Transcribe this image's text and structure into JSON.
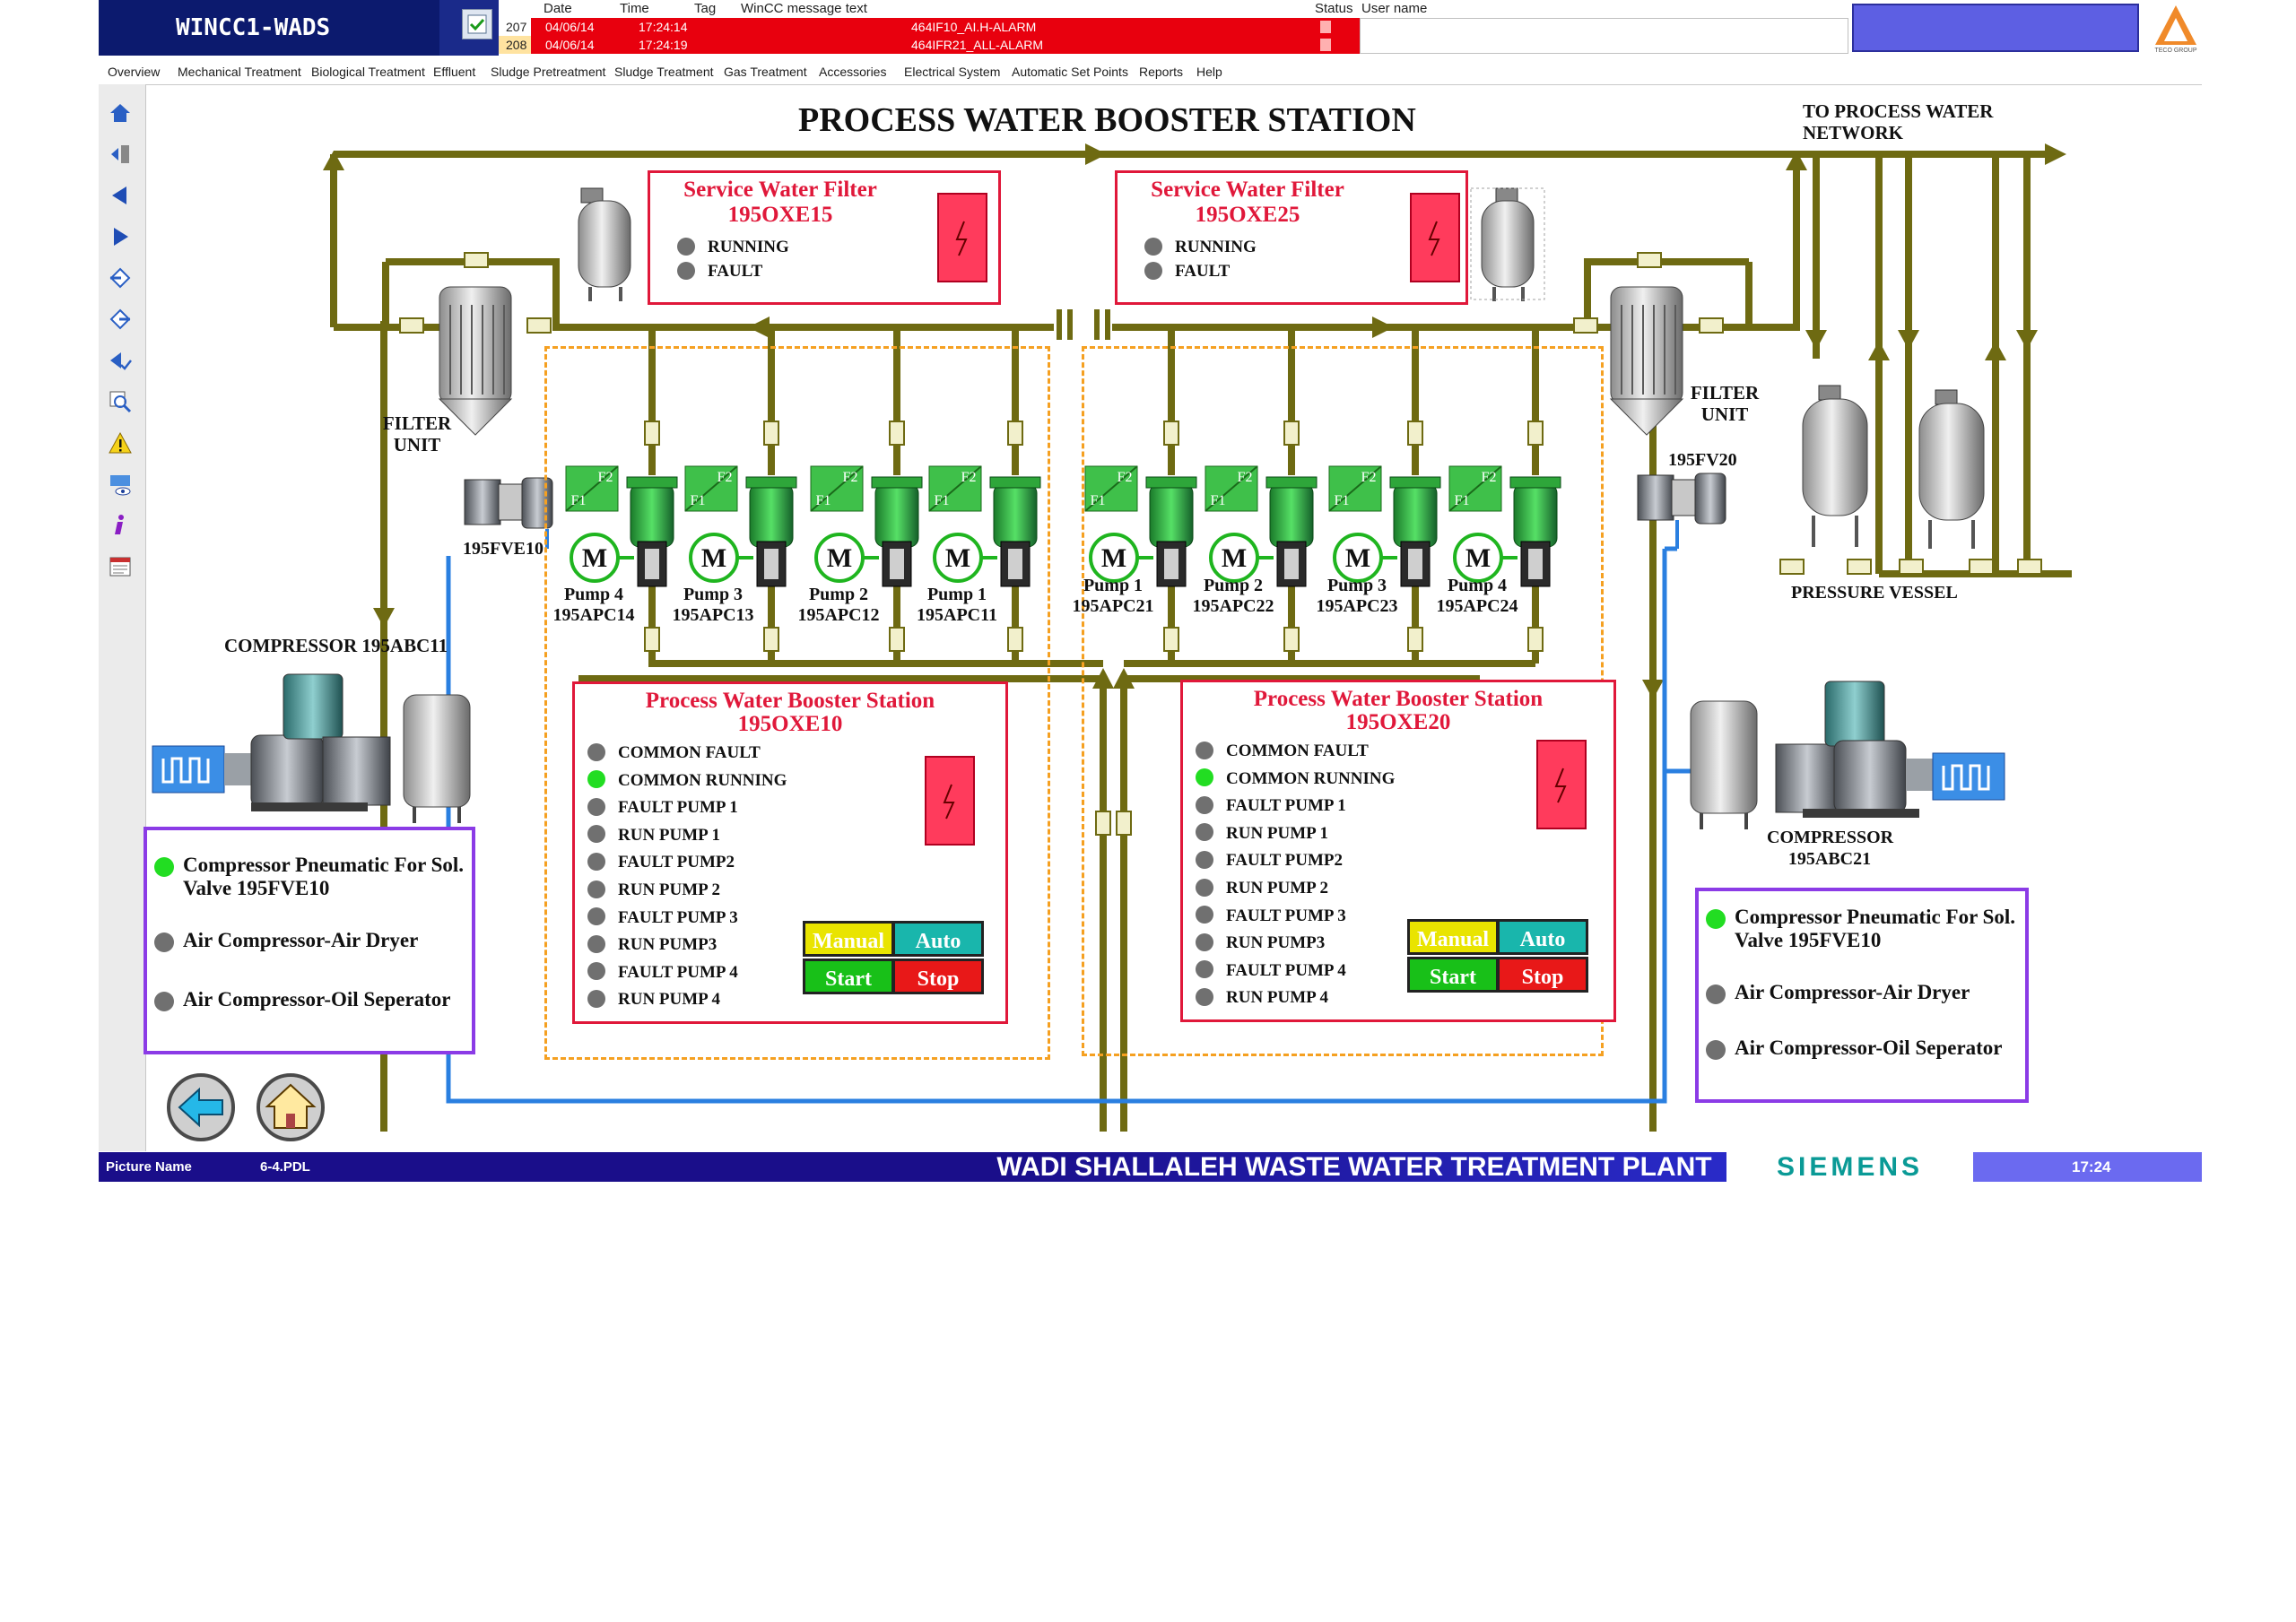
{
  "window": {
    "app_title": "WINCC1-WADS"
  },
  "alarms": {
    "headers": {
      "date": "Date",
      "time": "Time",
      "tag": "Tag",
      "text": "WinCC message text",
      "status": "Status",
      "user": "User name"
    },
    "rows": [
      {
        "num": "207",
        "date": "04/06/14",
        "time": "17:24:14",
        "text": "464IF10_AI.H-ALARM"
      },
      {
        "num": "208",
        "date": "04/06/14",
        "time": "17:24:19",
        "text": "464IFR21_ALL-ALARM"
      }
    ]
  },
  "menu": {
    "items": [
      "Overview",
      "Mechanical Treatment",
      "Biological Treatment",
      "Effluent",
      "Sludge Pretreatment",
      "Sludge Treatment",
      "Gas Treatment",
      "Accessories",
      "Electrical System",
      "Automatic Set Points",
      "Reports",
      "Help"
    ]
  },
  "toolbar": {
    "icons": [
      "home-icon",
      "exit-icon",
      "back-icon",
      "forward-icon",
      "login-icon",
      "logout-icon",
      "acknowledge-icon",
      "zoom-icon",
      "warning-icon",
      "monitor-icon",
      "info-icon",
      "report-icon"
    ]
  },
  "main": {
    "title": "PROCESS WATER BOOSTER STATION",
    "network_label": "TO PROCESS WATER NETWORK",
    "filter_unit_left": "FILTER UNIT",
    "filter_unit_right": "FILTER UNIT",
    "valve_left": "195FVE10",
    "valve_right": "195FV20",
    "pressure_vessel": "PRESSURE VESSEL",
    "compressor_left": "COMPRESSOR  195ABC11",
    "compressor_right": "COMPRESSOR 195ABC21",
    "filter_panels": [
      {
        "title": "Service Water Filter",
        "tag": "195OXE15",
        "running": "RUNNING",
        "fault": "FAULT"
      },
      {
        "title": "Service Water Filter",
        "tag": "195OXE25",
        "running": "RUNNING",
        "fault": "FAULT"
      }
    ],
    "pumps_left": [
      {
        "name": "Pump 4",
        "tag": "195APC14"
      },
      {
        "name": "Pump 3",
        "tag": "195APC13"
      },
      {
        "name": "Pump 2",
        "tag": "195APC12"
      },
      {
        "name": "Pump 1",
        "tag": "195APC11"
      }
    ],
    "pumps_right": [
      {
        "name": "Pump 1",
        "tag": "195APC21"
      },
      {
        "name": "Pump 2",
        "tag": "195APC22"
      },
      {
        "name": "Pump 3",
        "tag": "195APC23"
      },
      {
        "name": "Pump 4",
        "tag": "195APC24"
      }
    ],
    "motor_label": "M",
    "f1": "F1",
    "f2": "F2",
    "booster_panels": [
      {
        "title": "Process Water Booster Station",
        "tag": "195OXE10",
        "statuses": [
          {
            "label": "COMMON FAULT",
            "active": false
          },
          {
            "label": "COMMON RUNNING",
            "active": true
          },
          {
            "label": "FAULT PUMP 1",
            "active": false
          },
          {
            "label": "RUN PUMP 1",
            "active": false
          },
          {
            "label": "FAULT PUMP2",
            "active": false
          },
          {
            "label": "RUN PUMP 2",
            "active": false
          },
          {
            "label": "FAULT PUMP 3",
            "active": false
          },
          {
            "label": "RUN PUMP3",
            "active": false
          },
          {
            "label": "FAULT PUMP 4",
            "active": false
          },
          {
            "label": "RUN PUMP 4",
            "active": false
          }
        ],
        "buttons": {
          "manual": "Manual",
          "auto": "Auto",
          "start": "Start",
          "stop": "Stop"
        }
      },
      {
        "title": "Process Water Booster Station",
        "tag": "195OXE20",
        "statuses": [
          {
            "label": "COMMON FAULT",
            "active": false
          },
          {
            "label": "COMMON RUNNING",
            "active": true
          },
          {
            "label": "FAULT PUMP 1",
            "active": false
          },
          {
            "label": "RUN PUMP 1",
            "active": false
          },
          {
            "label": "FAULT PUMP2",
            "active": false
          },
          {
            "label": "RUN PUMP 2",
            "active": false
          },
          {
            "label": "FAULT PUMP 3",
            "active": false
          },
          {
            "label": "RUN PUMP3",
            "active": false
          },
          {
            "label": "FAULT PUMP 4",
            "active": false
          },
          {
            "label": "RUN PUMP 4",
            "active": false
          }
        ],
        "buttons": {
          "manual": "Manual",
          "auto": "Auto",
          "start": "Start",
          "stop": "Stop"
        }
      }
    ],
    "compressor_panels": [
      {
        "items": [
          {
            "label": "Compressor Pneumatic For Sol. Valve 195FVE10",
            "active": true
          },
          {
            "label": "Air Compressor-Air Dryer",
            "active": false
          },
          {
            "label": "Air Compressor-Oil Seperator",
            "active": false
          }
        ]
      },
      {
        "items": [
          {
            "label": "Compressor Pneumatic For Sol. Valve 195FVE10",
            "active": true
          },
          {
            "label": "Air Compressor-Air Dryer",
            "active": false
          },
          {
            "label": "Air Compressor-Oil Seperator",
            "active": false
          }
        ]
      }
    ]
  },
  "statusbar": {
    "picture_label": "Picture Name",
    "picture_value": "6-4.PDL",
    "plant_name": "WADI SHALLALEH WASTE WATER TREATMENT PLANT",
    "brand": "SIEMENS",
    "clock": "17:24"
  },
  "colors": {
    "pipe": "#6e6a12",
    "air_line": "#2a7fe0",
    "alarm": "#e8000e",
    "led_on": "#22dd22",
    "led_off": "#707070",
    "panel_border": "#e0183a",
    "purple_border": "#8b3be6"
  }
}
